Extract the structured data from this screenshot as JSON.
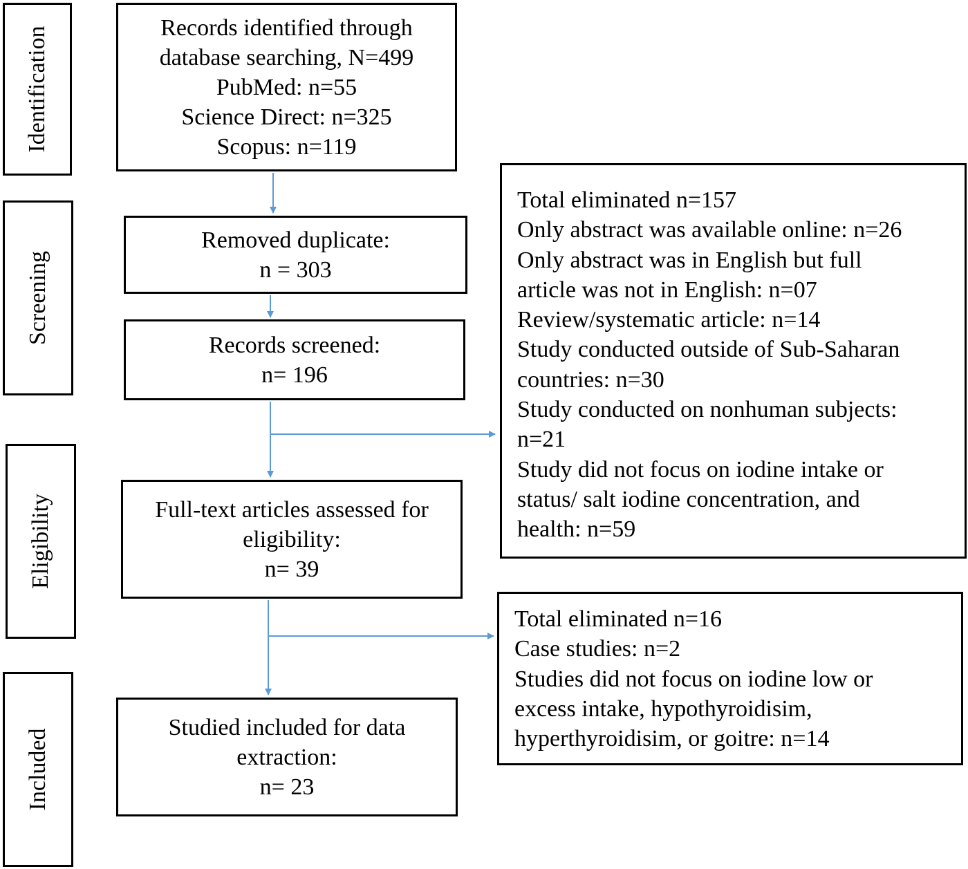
{
  "stages": {
    "identification": "Identification",
    "screening": "Screening",
    "eligibility": "Eligibility",
    "included": "Included"
  },
  "boxes": {
    "identified": [
      "Records identified through",
      "database searching, N=499",
      "PubMed: n=55",
      "Science Direct: n=325",
      "Scopus: n=119"
    ],
    "duplicates": [
      "Removed duplicate:",
      "n = 303"
    ],
    "screened": [
      "Records screened:",
      "n= 196"
    ],
    "fulltext": [
      "Full-text articles assessed for",
      "eligibility:",
      "n= 39"
    ],
    "included": [
      "Studied included for data",
      "extraction:",
      "n= 23"
    ],
    "excluded_screening": [
      "Total eliminated n=157",
      "Only abstract was available online: n=26",
      "Only abstract was in English but full",
      "article was not in English: n=07",
      "Review/systematic article: n=14",
      "Study conducted outside of Sub-Saharan",
      "countries: n=30",
      "Study conducted on nonhuman subjects:",
      "n=21",
      "Study did not focus on iodine intake or",
      "status/ salt iodine concentration, and",
      "health: n=59"
    ],
    "excluded_eligibility": [
      "Total eliminated n=16",
      "Case studies: n=2",
      "Studies did not focus on iodine low or",
      "excess intake, hypothyroidisim,",
      "hyperthyroidisim, or goitre: n=14"
    ]
  },
  "colors": {
    "arrow": "#5b9bd5",
    "border": "#000000"
  }
}
